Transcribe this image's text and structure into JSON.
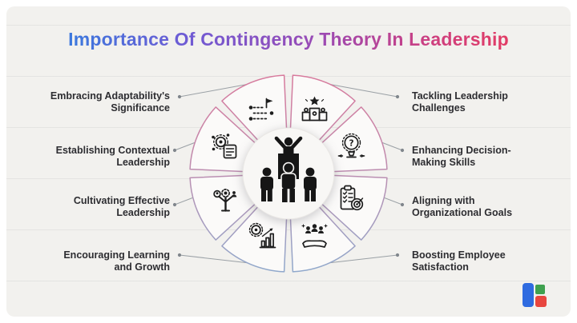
{
  "title": "Importance Of Contingency Theory In Leadership",
  "left_items": [
    {
      "label": "Embracing Adaptability's\nSignificance",
      "icon": "route-flag-icon"
    },
    {
      "label": "Establishing Contextual\nLeadership",
      "icon": "gear-network-document-icon"
    },
    {
      "label": "Cultivating Effective\nLeadership",
      "icon": "growth-tree-people-icon"
    },
    {
      "label": "Encouraging Learning\nand Growth",
      "icon": "gear-bar-chart-icon"
    }
  ],
  "right_items": [
    {
      "label": "Tackling Leadership\nChallenges",
      "icon": "podium-star-icon"
    },
    {
      "label": "Enhancing Decision-\nMaking Skills",
      "icon": "gear-question-arrows-icon"
    },
    {
      "label": "Aligning with\nOrganizational Goals",
      "icon": "clipboard-target-icon"
    },
    {
      "label": "Boosting Employee\nSatisfaction",
      "icon": "hand-people-icon"
    }
  ],
  "center": {
    "icon": "leader-podium-team-icon"
  },
  "colors": {
    "background": "#f2f1ee",
    "title_gradient_start": "#2f80e0",
    "title_gradient_end": "#ec3a57",
    "wheel_rim_pink": "#d8799c",
    "wheel_rim_blue": "#8fa9cc",
    "label_text": "#2d2d31",
    "icon_ink": "#1d1d1d"
  },
  "logo": {
    "name": "brand-logo",
    "blue": "#2f6be0",
    "green": "#3fa14f",
    "red": "#e8463f"
  }
}
